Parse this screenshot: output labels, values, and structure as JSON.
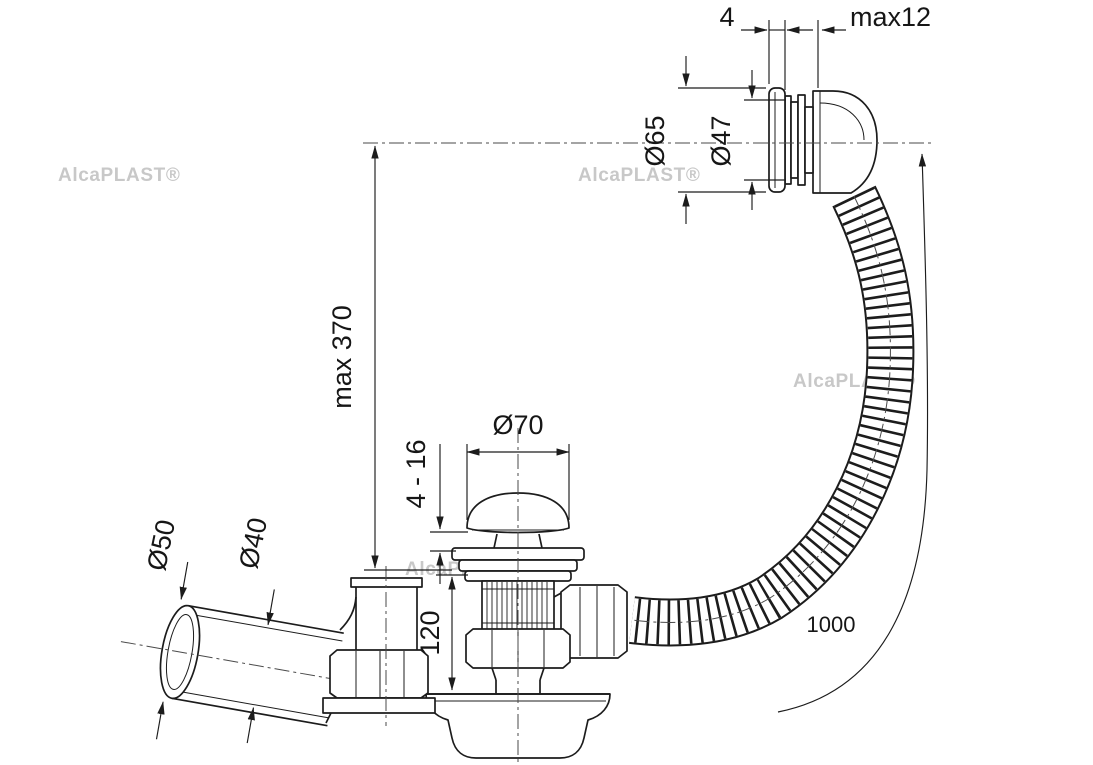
{
  "meta": {
    "title": "Bath waste and overflow drain set - dimensional drawing",
    "drawing_type": "technical-diagram",
    "colors": {
      "line": "#1c1c1c",
      "centerline": "#4a4a4a",
      "watermark": "#c8c8c8",
      "background": "#ffffff"
    }
  },
  "watermark": {
    "text": "AlcaPLAST®"
  },
  "dimensions": {
    "plate_thickness": "4",
    "wall_thickness_max": "max12",
    "overflow_outer": "Ø65",
    "overflow_inner": "Ø47",
    "height_max": "max 370",
    "plug_cap": "Ø70",
    "plug_gap": "4 - 16",
    "body_height": "120",
    "outlet_outer": "Ø50",
    "outlet_inner": "Ø40",
    "hose_length": "1000"
  }
}
